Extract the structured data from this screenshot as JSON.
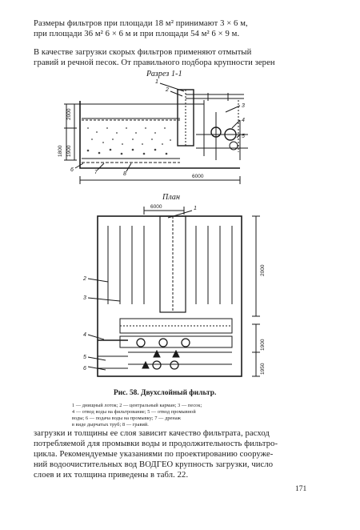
{
  "page": {
    "top_text": [
      "Размеры фильтров при площади 18 м² принимают 3 × 6 м,",
      "при площади 36 м² 6 × 6 м и при площади 54 м² 6 × 9 м.",
      "    В качестве загрузки скорых фильтров применяют отмытый",
      "гравий и речной песок. От правильного подбора крупности зерен"
    ],
    "section_label": "Разрез 1-1",
    "plan_label": "План",
    "figure_caption": "Рис. 58. Двухслойный фильтр.",
    "legend": [
      "1 — днищный лоток; 2 — центральный карман; 3 — песок;",
      "4 — отвод воды на фильтрование; 5 — отвод промывной",
      "воды; 6 — подача воды на промывку; 7 — дренаж",
      "в виде дырчатых труб; 8 — гравий."
    ],
    "bottom_text": [
      "загрузки и толщины ее слоя зависит качество фильтрата, расход",
      "потребляемой для промывки воды и продолжительность фильтро-",
      "цикла. Рекомендуемые указаниями по проектированию сооруже-",
      "ний водоочистительных вод ВОДГЕО крупность загрузки, число",
      "слоев и их толщина приведены в табл. 22."
    ],
    "page_number": "171"
  },
  "drawing": {
    "section_dims": [
      "1800",
      "2000",
      "1900",
      "6000"
    ],
    "section_callouts": [
      "1",
      "2",
      "3",
      "4",
      "5",
      "6",
      "7",
      "8"
    ],
    "plan_dims": [
      "6000",
      "2000",
      "1900",
      "1950"
    ],
    "plan_callouts": [
      "1",
      "2",
      "3",
      "4",
      "5",
      "6"
    ]
  }
}
